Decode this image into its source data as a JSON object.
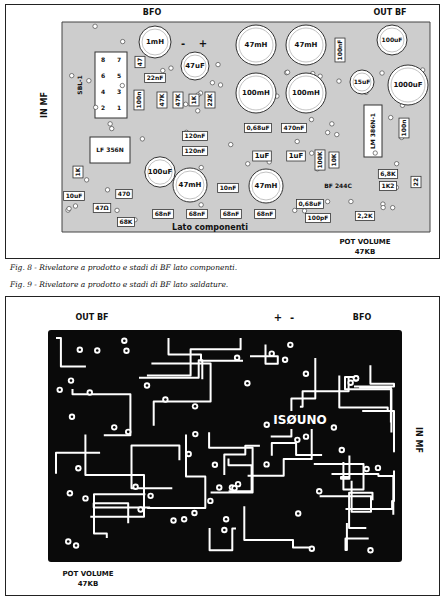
{
  "diagram": {
    "labels": [
      "BFO",
      "-",
      "+",
      "OUT BF",
      "SBL-1",
      "8",
      "7",
      "6",
      "5",
      "4",
      "3",
      "2",
      "1",
      "1mH",
      "47",
      "22nF",
      "47uF",
      "47mH",
      "47mH",
      "100mH",
      "100mH",
      "100nF",
      "100uF",
      "1000uF",
      "15uF",
      "100n",
      "47K",
      "47K",
      "1K",
      "22K",
      "0,68uF",
      "470nF",
      "LM 386N-1",
      "100n",
      "120nF",
      "120nF",
      "LF 356N",
      "1K",
      "100uF",
      "1uF",
      "1uF",
      "100K",
      "10K",
      "BF 244C",
      "6,8K",
      "1K2",
      "22",
      "10uF",
      "470",
      "47Ω",
      "68K",
      "47mH",
      "47mH",
      "10nF",
      "0,68uF",
      "68nF",
      "68nF",
      "68nF",
      "68nF",
      "100pF",
      "2,2K",
      "Lato componenti",
      "IN MF",
      "POT VOLUME",
      "47KB",
      "Fig. 8 - Rivelatore a prodotto e stadi di BF lato componenti.",
      "Fig. 9 - Rivelatore a prodotto e stadi di BF lato saldature.",
      "OUT BF",
      "+",
      "-",
      "BFO",
      "ISØUNO",
      "IN MF",
      "POT VOLUME",
      "47KB"
    ]
  }
}
